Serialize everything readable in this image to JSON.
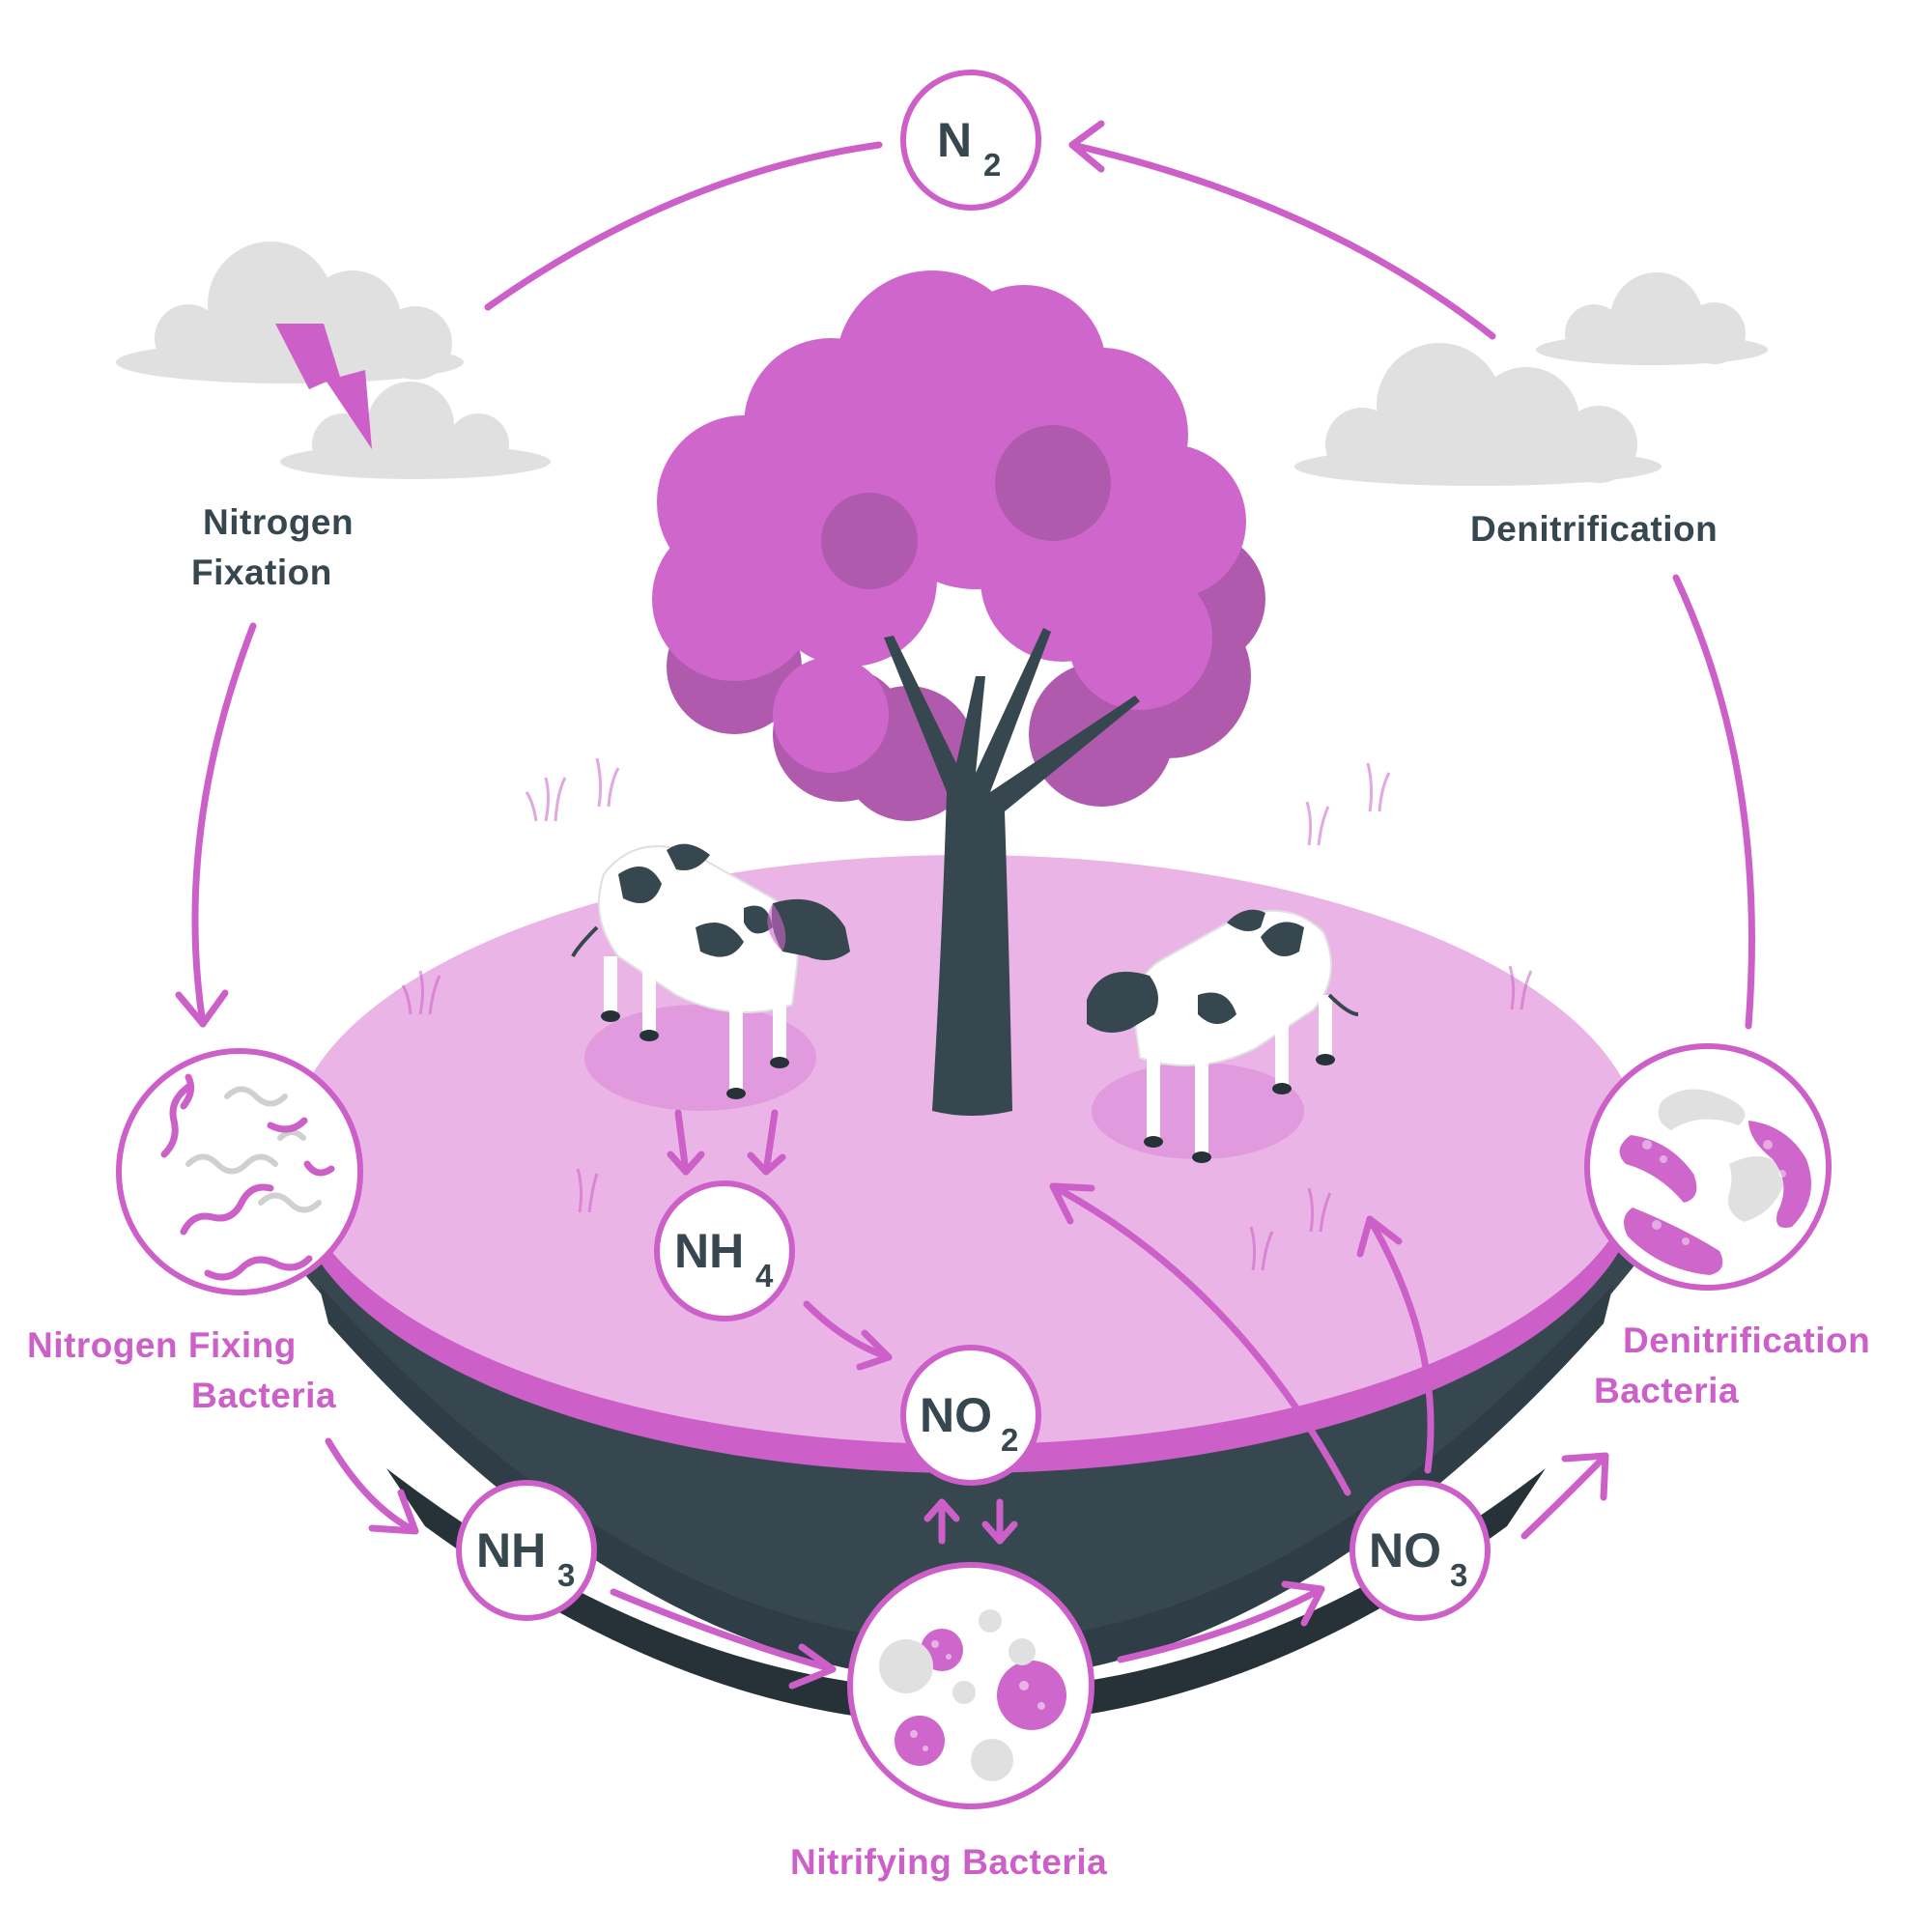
{
  "labels": {
    "nitrogen_fixation_1": "Nitrogen",
    "nitrogen_fixation_2": "Fixation",
    "denitrification": "Denitrification",
    "nitrogen_fixing_bacteria_1": "Nitrogen Fixing",
    "nitrogen_fixing_bacteria_2": "Bacteria",
    "denitrification_bacteria_1": "Denitrification",
    "denitrification_bacteria_2": "Bacteria",
    "nitrifying_bacteria": "Nitrifying Bacteria"
  },
  "compounds": {
    "n2": {
      "symbol": "N",
      "subscript": "2"
    },
    "nh4": {
      "symbol": "NH",
      "subscript": "4"
    },
    "nh3": {
      "symbol": "NH",
      "subscript": "3"
    },
    "no2": {
      "symbol": "NO",
      "subscript": "2"
    },
    "no3": {
      "symbol": "NO",
      "subscript": "3"
    }
  },
  "colors": {
    "accent_pink": "#cc5fc8",
    "ground_pink": "#ebb4e6",
    "soil_dark": "#37474f",
    "tree_pink": "#cf66cc",
    "cloud_gray": "#e0e0e0"
  },
  "icons": {
    "lightning": "lightning-bolt-icon",
    "cow": "cow-icon",
    "tree": "tree-icon",
    "cloud": "cloud-icon"
  }
}
